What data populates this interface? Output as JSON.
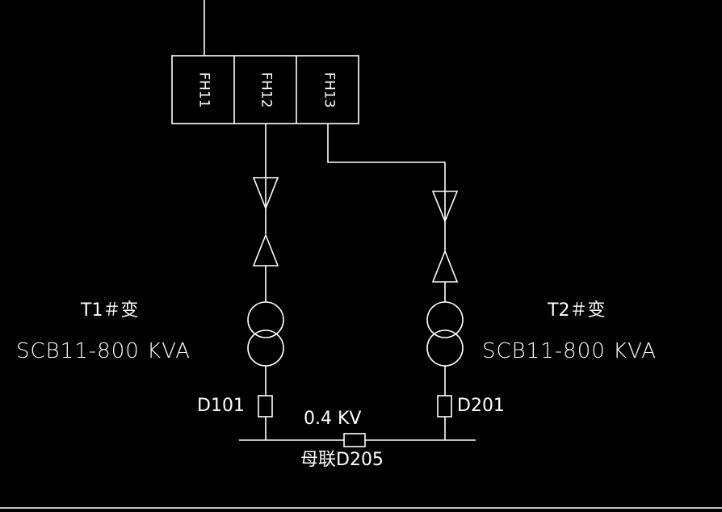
{
  "panel": {
    "feeders": [
      "FH11",
      "FH12",
      "FH13"
    ]
  },
  "transformers": [
    {
      "name": "T1＃变",
      "model": "SCB11-800 KVA",
      "breaker": "D101"
    },
    {
      "name": "T2＃变",
      "model": "SCB11-800 KVA",
      "breaker": "D201"
    }
  ],
  "busbar": {
    "voltage": "0.4 KV",
    "tie_breaker": "母联D205"
  },
  "colors": {
    "background": "#000000",
    "line": "#ffffff"
  }
}
